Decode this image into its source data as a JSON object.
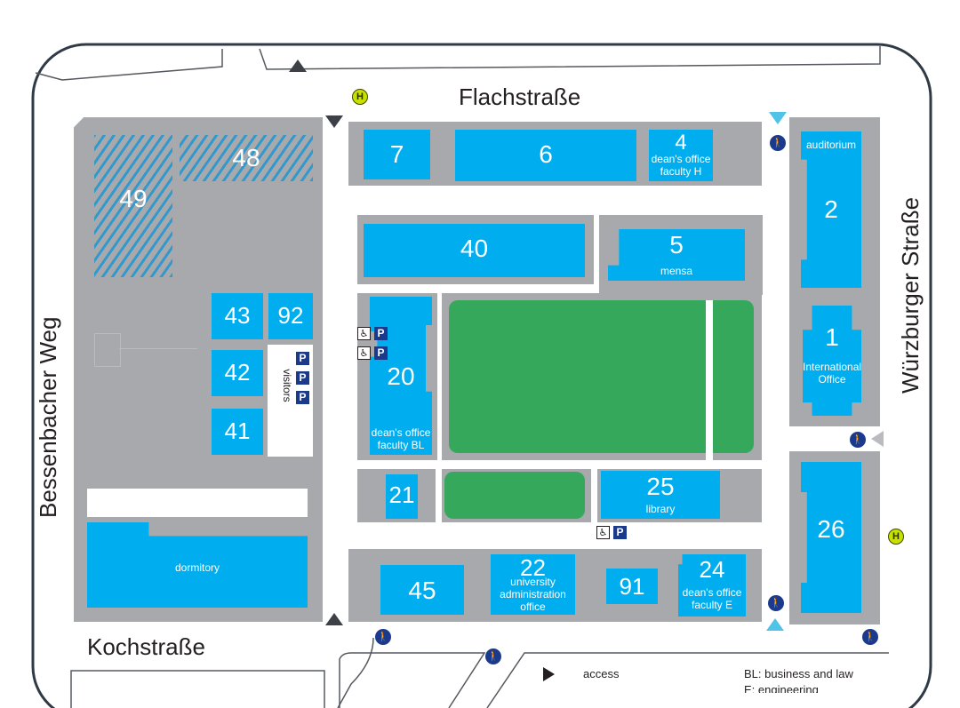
{
  "streets": {
    "north": "Flachstraße",
    "west": "Bessenbacher Weg",
    "east": "Würzburger Straße",
    "south": "Kochstraße"
  },
  "buildings": {
    "b7": {
      "number": "7"
    },
    "b6": {
      "number": "6"
    },
    "b4": {
      "number": "4",
      "label": "dean's office faculty H"
    },
    "b2": {
      "number": "2",
      "label": "auditorium"
    },
    "b40": {
      "number": "40"
    },
    "b5": {
      "number": "5",
      "label": "mensa"
    },
    "b1": {
      "number": "1",
      "label": "International Office"
    },
    "b43": {
      "number": "43"
    },
    "b92": {
      "number": "92"
    },
    "b42": {
      "number": "42"
    },
    "b41": {
      "number": "41"
    },
    "b20": {
      "number": "20",
      "label": "dean's office faculty BL"
    },
    "b21": {
      "number": "21"
    },
    "b25": {
      "number": "25",
      "label": "library"
    },
    "b26": {
      "number": "26"
    },
    "b45": {
      "number": "45"
    },
    "b22": {
      "number": "22",
      "label": "university administration office"
    },
    "b91": {
      "number": "91"
    },
    "b24": {
      "number": "24",
      "label": "dean's office faculty E"
    },
    "b48": {
      "number": "48"
    },
    "b49": {
      "number": "49"
    },
    "dorm": {
      "label": "dormitory"
    }
  },
  "parking": {
    "visitors_label": "visitors",
    "symbol": "P",
    "accessible_symbol": "♿"
  },
  "icons": {
    "bus_stop": "H",
    "pedestrian": "🚶"
  },
  "legend": {
    "access_label": "access",
    "bl_line": "BL: business and law",
    "e_line": "E: engineering"
  },
  "colors": {
    "building": "#00aeef",
    "ground": "#a7a9ac",
    "green": "#35a85b",
    "frame": "#2f3a46",
    "bus_stop": "#c8e000",
    "parking": "#1b3a8c"
  }
}
